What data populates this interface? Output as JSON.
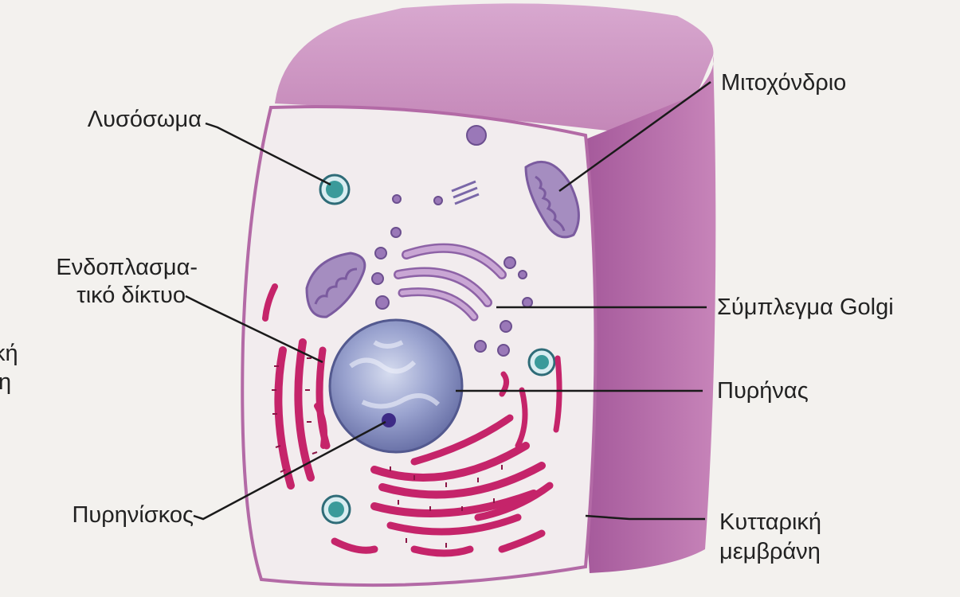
{
  "diagram": {
    "colors": {
      "background": "#f3f1ee",
      "membrane": "#c67fb2",
      "cytoplasm": "#f2ecee",
      "nucleus": "#7d86b8",
      "endoplasmic_reticulum": "#c5246a",
      "golgi": "#b487c0",
      "mitochondrion": "#a58dc0",
      "lysosome": "#3a9a9a",
      "nucleolus": "#3d2a86",
      "leader_lines": "#1a1a1a"
    },
    "labels": {
      "lysosome": "Λυσόσωμα",
      "mitochondrion": "Μιτοχόνδριο",
      "er_line1": "Ενδοπλασμα-",
      "er_line2": "τικό δίκτυο",
      "golgi": "Σύμπλεγμα Golgi",
      "nucleus": "Πυρήνας",
      "nucleolus": "Πυρηνίσκος",
      "membrane_line1": "Κυτταρική",
      "membrane_line2": "μεμβράνη",
      "edge_fragment_line1": "κή",
      "edge_fragment_line2": "η"
    }
  }
}
